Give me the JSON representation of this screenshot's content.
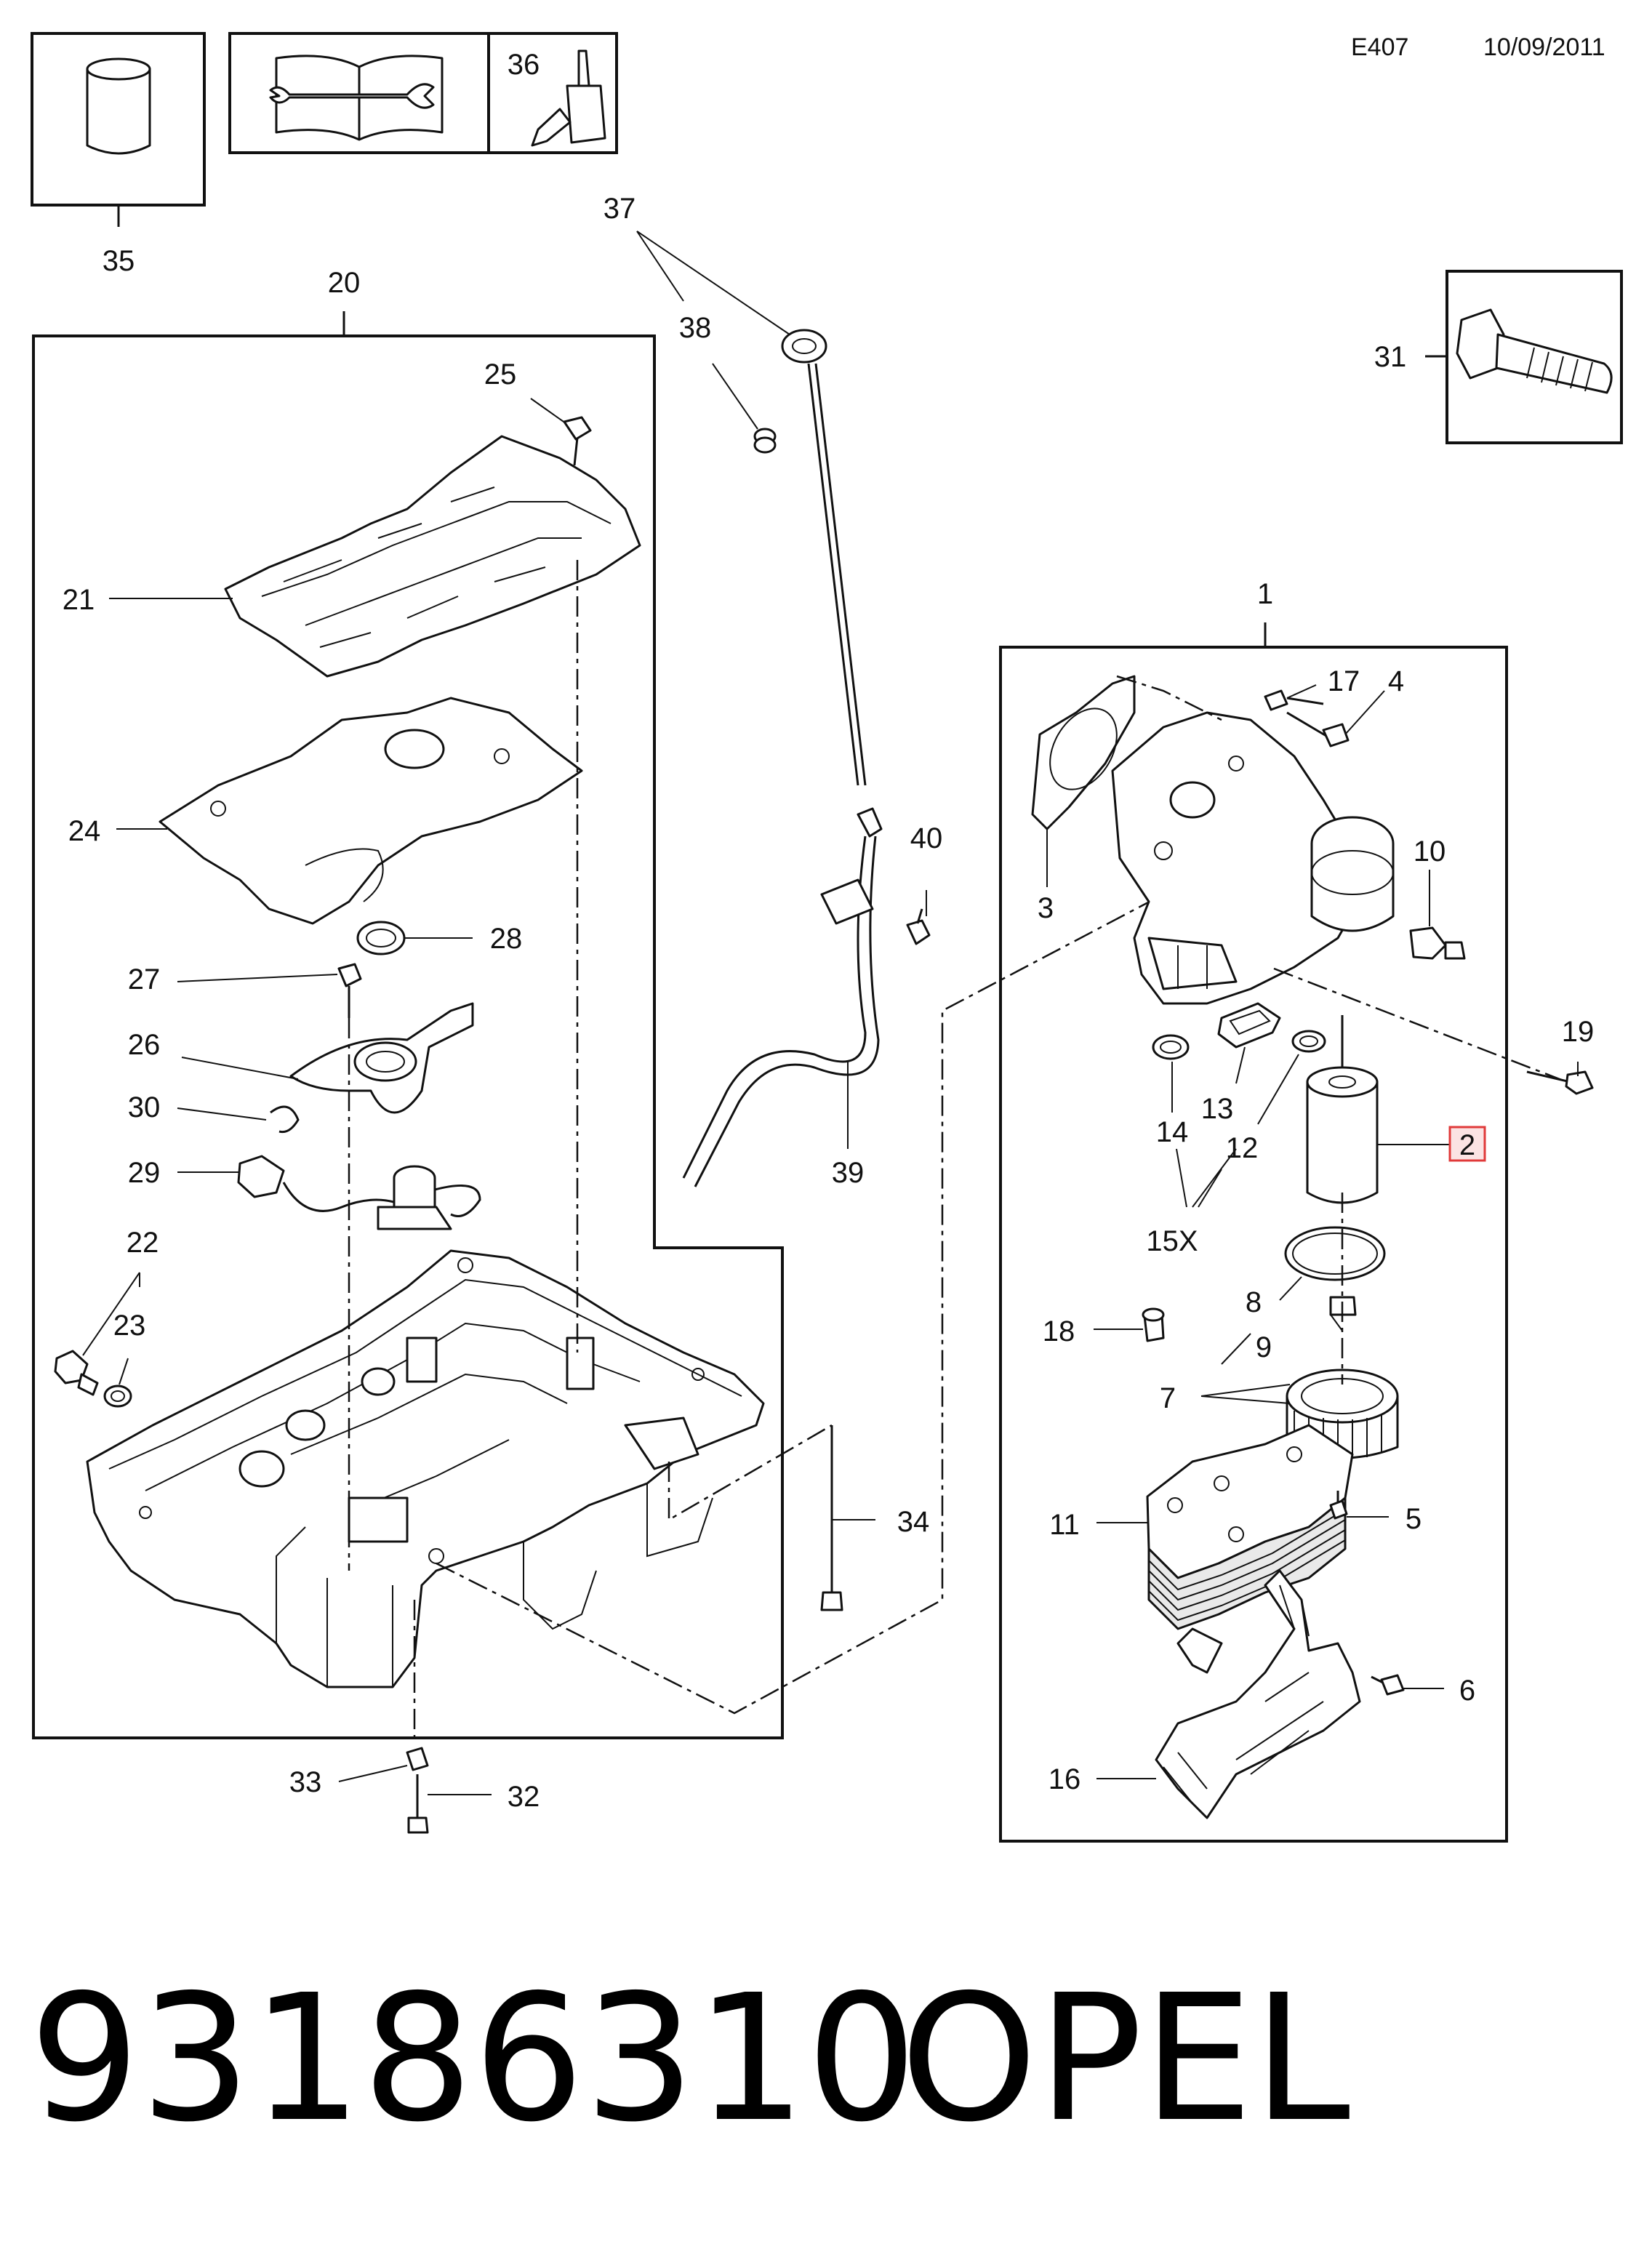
{
  "header": {
    "code": "E407",
    "date": "10/09/2011"
  },
  "callouts": [
    "1",
    "2",
    "3",
    "4",
    "5",
    "6",
    "7",
    "8",
    "9",
    "10",
    "11",
    "12",
    "13",
    "14",
    "15X",
    "16",
    "17",
    "18",
    "19",
    "20",
    "21",
    "22",
    "23",
    "24",
    "25",
    "26",
    "27",
    "28",
    "29",
    "30",
    "31",
    "32",
    "33",
    "34",
    "35",
    "36",
    "37",
    "38",
    "39",
    "40"
  ],
  "highlighted_callout": "2",
  "footer": {
    "part_number": "93186310",
    "brand": "OPEL"
  },
  "icons": [
    "sleeve-icon",
    "manual-wrench-icon",
    "lubricant-bottle-icon",
    "bolt-icon"
  ],
  "colors": {
    "line": "#111111",
    "highlight_fill": "#fbe3e3",
    "highlight_stroke": "#e03a3a"
  }
}
